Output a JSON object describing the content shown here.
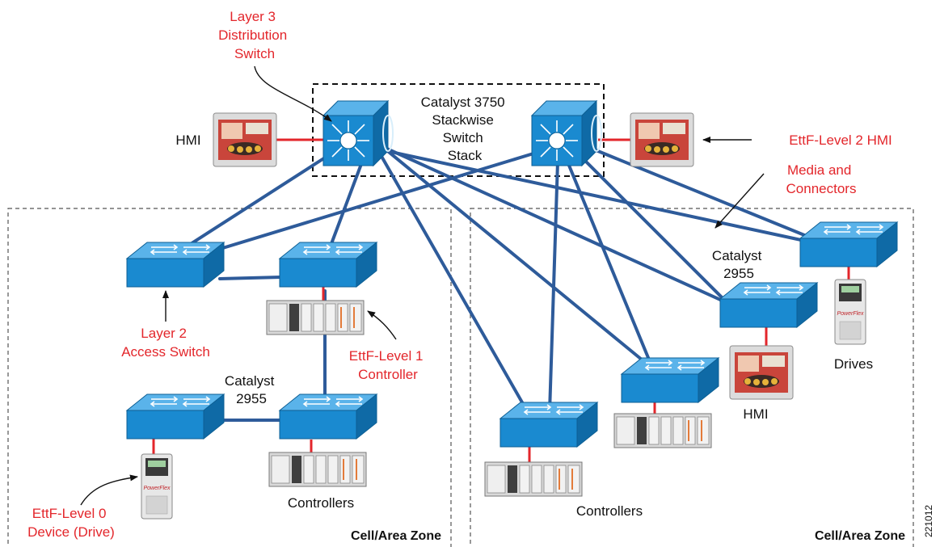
{
  "labels": {
    "l3_line1": "Layer 3",
    "l3_line2": "Distribution",
    "l3_line3": "Switch",
    "cat3750_line1": "Catalyst 3750",
    "cat3750_line2": "Stackwise",
    "cat3750_line3": "Switch",
    "cat3750_line4": "Stack",
    "hmi_left": "HMI",
    "ettf_l2_hmi": "EttF-Level 2 HMI",
    "media_line1": "Media and",
    "media_line2": "Connectors",
    "cat2955_right_line1": "Catalyst",
    "cat2955_right_line2": "2955",
    "l2_line1": "Layer 2",
    "l2_line2": "Access Switch",
    "ettf_l1_line1": "EttF-Level 1",
    "ettf_l1_line2": "Controller",
    "cat2955_left_line1": "Catalyst",
    "cat2955_left_line2": "2955",
    "controllers_left": "Controllers",
    "ettf_l0_line1": "EttF-Level 0",
    "ettf_l0_line2": "Device (Drive)",
    "hmi_right": "HMI",
    "drives": "Drives",
    "controllers_right": "Controllers",
    "zone_left": "Cell/Area Zone",
    "zone_right": "Cell/Area Zone",
    "figure_id": "221012"
  },
  "colors": {
    "switch_blue": "#1a8ad0",
    "link_blue": "#2e5b9a",
    "label_red": "#e3262b"
  }
}
